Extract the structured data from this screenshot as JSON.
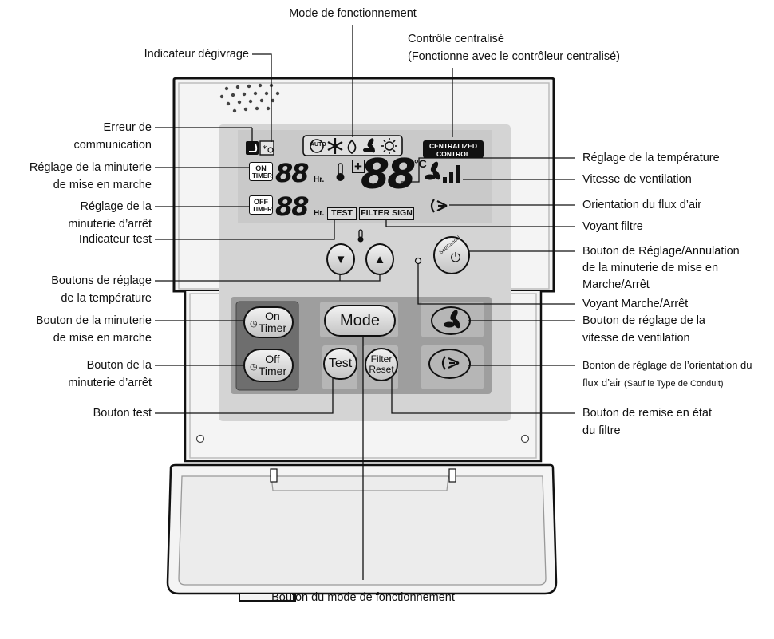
{
  "labels": {
    "mode": "Mode de fonctionnement",
    "central_1": "Contrôle centralisé",
    "central_2": "(Fonctionne avec le contrôleur centralisé)",
    "defrost": "Indicateur dégivrage",
    "comm_error_1": "Erreur de",
    "comm_error_2": "communication",
    "on_timer_set_1": "Réglage de la minuterie",
    "on_timer_set_2": "de mise en marche",
    "off_timer_set_1": "Réglage de la",
    "off_timer_set_2": "minuterie d’arrêt",
    "test_indicator": "Indicateur test",
    "temp_buttons_1": "Boutons de réglage",
    "temp_buttons_2": "de la température",
    "on_timer_btn_1": "Bouton de la minuterie",
    "on_timer_btn_2": "de mise en marche",
    "off_timer_btn_1": "Bouton de la",
    "off_timer_btn_2": "minuterie d’arrêt",
    "test_btn": "Bouton test",
    "temp_setting": "Réglage de la température",
    "fan_speed": "Vitesse de ventilation",
    "airflow_dir": "Orientation du flux d’air",
    "filter_lamp": "Voyant filtre",
    "set_cancel_1": "Bouton de Réglage/Annulation",
    "set_cancel_2": "de la minuterie de mise en",
    "set_cancel_3": "Marche/Arrêt",
    "power_lamp": "Voyant Marche/Arrêt",
    "fan_btn_1": "Bouton de réglage de la",
    "fan_btn_2": "vitesse de ventilation",
    "airflow_btn_1": "Bonton de réglage de l’orientation du",
    "airflow_btn_2a": "flux d’air ",
    "airflow_btn_2b": "(Sauf le Type de Conduit)",
    "filter_reset_btn_1": "Bouton de remise en état",
    "filter_reset_btn_2": "du filtre",
    "mode_btn": "Bouton du mode de fonctionnement"
  },
  "display": {
    "centralized_1": "CENTRALIZED",
    "centralized_2": "CONTROL",
    "on": "ON",
    "off": "OFF",
    "timer": "TIMER",
    "digits": "88",
    "hr": "Hr.",
    "temp_digits": "88",
    "plus_minus": "+",
    "celsius": "°C",
    "test": "TEST",
    "filter_sign": "FILTER SIGN",
    "auto": "AUTO"
  },
  "buttons": {
    "on_timer_1": "On",
    "on_timer_2": "Timer",
    "off_timer_1": "Off",
    "off_timer_2": "Timer",
    "mode": "Mode",
    "test": "Test",
    "filter_1": "Filter",
    "filter_2": "Reset",
    "set_cancel": "Set/Cancel"
  },
  "colors": {
    "outline": "#111111",
    "body": "#f4f4f4",
    "panel": "#d4d4d4",
    "button_area": "#9e9e9e",
    "button_area_inner": "#b5b5b5"
  }
}
